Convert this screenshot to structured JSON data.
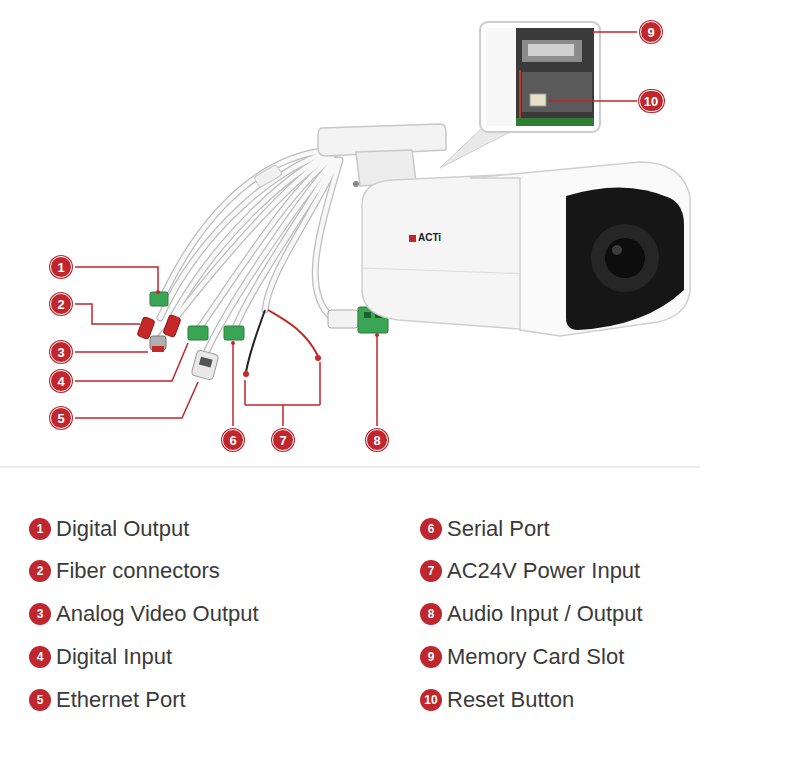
{
  "diagram": {
    "nodes": [
      {
        "text": [
          "1"
        ]
      },
      {
        "text": [
          "2"
        ]
      },
      {
        "text": [
          "3"
        ]
      },
      {
        "text": [
          "4"
        ]
      },
      {
        "text": [
          "5"
        ]
      },
      {
        "text": [
          "6"
        ]
      },
      {
        "text": [
          "7"
        ]
      },
      {
        "text": [
          "8"
        ]
      },
      {
        "text": [
          "9"
        ]
      },
      {
        "text": [
          "10"
        ]
      },
      {
        "text": [
          "1",
          "Digital Output"
        ]
      },
      {
        "text": [
          "2",
          "Fiber connectors"
        ]
      },
      {
        "text": [
          "3",
          "Analog Video Output"
        ]
      },
      {
        "text": [
          "4",
          "Digital Input"
        ]
      },
      {
        "text": [
          "5",
          "Ethernet Port"
        ]
      },
      {
        "text": [
          "6",
          "Serial Port"
        ]
      },
      {
        "text": [
          "7",
          "AC24V Power Input"
        ]
      },
      {
        "text": [
          "8",
          "Audio Input / Output"
        ]
      },
      {
        "text": [
          "9",
          "Memory Card Slot"
        ]
      },
      {
        "text": [
          "10",
          "Reset Button"
        ]
      }
    ],
    "labels": [
      "ACTi"
    ]
  }
}
